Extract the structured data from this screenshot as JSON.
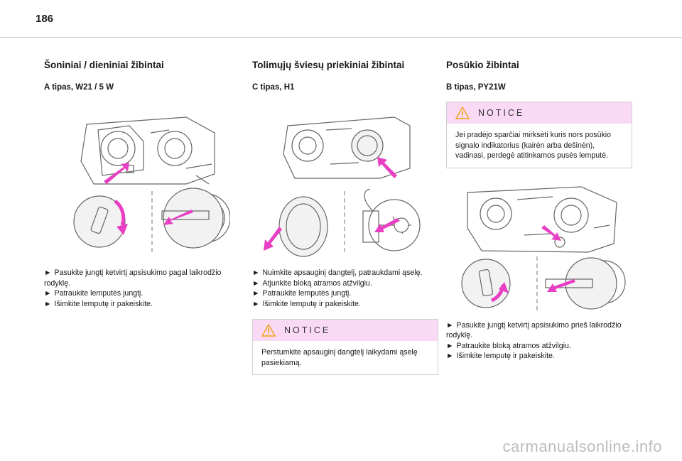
{
  "page_number": "186",
  "columns": [
    {
      "title": "Šoniniai / dieniniai žibintai",
      "subtitle": "A tipas, W21 / 5 W",
      "steps": [
        "Pasukite jungtį ketvirtį apsisukimo pagal laikrodžio rodyklę.",
        "Patraukite lemputės jungtį.",
        "Išimkite lemputę ir pakeiskite."
      ]
    },
    {
      "title": "Tolimųjų šviesų priekiniai žibintai",
      "subtitle": "C tipas, H1",
      "steps": [
        "Nuimkite apsauginį dangtelį, patraukdami ąselę.",
        "Atjunkite bloką atramos atžvilgiu.",
        "Patraukite lemputės jungtį.",
        "Išimkite lemputę ir pakeiskite."
      ],
      "notice": {
        "title": "NOTICE",
        "text": "Perstumkite apsauginį dangtelį laikydami ąselę pasiekiamą."
      }
    },
    {
      "title": "Posūkio žibintai",
      "subtitle": "B tipas, PY21W",
      "notice": {
        "title": "NOTICE",
        "text": "Jei pradėjo sparčiai mirksėti kuris nors posūkio signalo indikatorius (kairėn arba dešinėn), vadinasi, perdegė atitinkamos pusės lemputė."
      },
      "steps": [
        "Pasukite jungtį ketvirtį apsisukimo prieš laikrodžio rodyklę.",
        "Patraukite bloką atramos atžvilgiu.",
        "Išimkite lemputę ir pakeiskite."
      ]
    }
  ],
  "bullet_glyph": "►",
  "watermark": "carmanualsonline.info",
  "colors": {
    "arrow": "#e83fc4",
    "notice_bg": "#f9d9f3",
    "warning": "#f2a21a"
  }
}
